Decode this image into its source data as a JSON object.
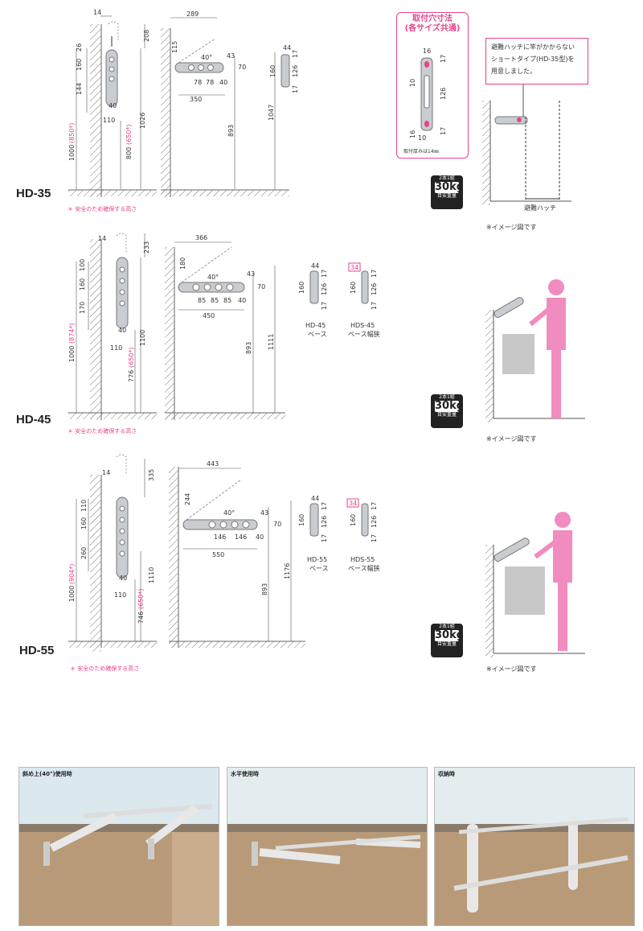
{
  "models": [
    {
      "name": "HD-35",
      "note": "＊ 安全のため確保する高さ",
      "image_note": "※イメージ図です"
    },
    {
      "name": "HD-45",
      "note": "＊ 安全のため確保する高さ",
      "image_note": "※イメージ図です"
    },
    {
      "name": "HD-55",
      "note": "＊ 安全のため確保する高さ",
      "image_note": "※イメージ図です"
    }
  ],
  "dims": {
    "hd35": {
      "a": "14",
      "b": "208",
      "c": "26",
      "d": "160",
      "e": "144",
      "f": "40",
      "g": "110",
      "h": "1000",
      "h2": "(850*)",
      "i": "800",
      "i2": "(650*)",
      "j": "1026",
      "k": "289",
      "l": "115",
      "m": "40°",
      "n": "43",
      "o": "70",
      "p": "78",
      "q": "78",
      "r": "40",
      "s": "350",
      "t": "893",
      "u": "1047",
      "v": "44",
      "w": "17",
      "x": "126",
      "y": "160",
      "z": "17"
    },
    "hd45": {
      "a": "14",
      "b": "233",
      "c": "100",
      "d": "160",
      "e": "170",
      "f": "40",
      "g": "110",
      "h": "1000",
      "h2": "(874*)",
      "i": "776",
      "i2": "(650*)",
      "j": "1100",
      "k": "366",
      "l": "180",
      "m": "40°",
      "n": "43",
      "o": "70",
      "p": "85",
      "q": "85",
      "q2": "85",
      "r": "40",
      "s": "450",
      "t": "893",
      "u": "1111",
      "v": "44",
      "w": "17",
      "x": "126",
      "y": "160",
      "z": "17",
      "bw": "34"
    },
    "hd55": {
      "a": "14",
      "b": "335",
      "c": "110",
      "d": "160",
      "e": "260",
      "f": "40",
      "g": "110",
      "h": "1000",
      "h2": "(904*)",
      "i": "746",
      "i2": "(650*)",
      "j": "1110",
      "k": "443",
      "l": "244",
      "m": "40°",
      "n": "43",
      "o": "70",
      "p": "146",
      "q": "146",
      "r": "40",
      "s": "550",
      "t": "893",
      "u": "1176",
      "v": "44",
      "w": "17",
      "x": "126",
      "y": "160",
      "z": "17",
      "bw": "34"
    }
  },
  "base_labels": {
    "hd45_base": "HD-45",
    "hd45_base_sub": "ベース",
    "hds45_base": "HDS-45",
    "hds45_base_sub": "ベース幅狭",
    "hd55_base": "HD-55",
    "hd55_base_sub": "ベース",
    "hds55_base": "HDS-55",
    "hds55_base_sub": "ベース幅狭"
  },
  "callout": {
    "title_line1": "取付穴寸法",
    "title_line2": "(各サイズ共通)",
    "w": "16",
    "h1": "17",
    "h2": "10",
    "h3": "126",
    "h4": "16",
    "h5": "10",
    "h6": "17",
    "thickness_note": "取付厚みは14㎜"
  },
  "memo": {
    "line1": "避難ハッチに竿がかからない",
    "line2": "ショートタイプ(HD-35型)を",
    "line3": "用意しました。"
  },
  "hatch_label": "避難ハッチ",
  "badge": {
    "top": "2本1組",
    "weight": "30kg",
    "bottom": "目安重量"
  },
  "photos": [
    {
      "label": "斜め上(40°)使用時"
    },
    {
      "label": "水平使用時"
    },
    {
      "label": "収納時"
    }
  ],
  "colors": {
    "accent": "#e8428c",
    "arm": "#c9ccd0",
    "wall": "#888888",
    "person": "#f08cc0"
  }
}
